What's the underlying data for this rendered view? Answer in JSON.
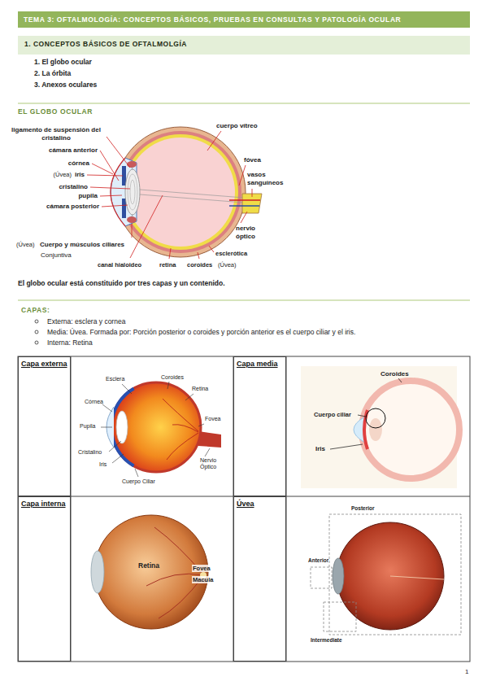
{
  "diagram": {
    "title": "TEMA 3: OFTALMOLOGÍA: CONCEPTOS BÁSICOS, PRUEBAS EN CONSULTAS Y PATOLOGÍA OCULAR",
    "nodes": [
      {
        "text": [
          "1. CONCEPTOS BÁSICOS DE OFTALMOLGÍA"
        ]
      },
      {
        "text": [
          "Capa externa"
        ]
      },
      {
        "text": [
          "Capa media"
        ]
      },
      {
        "text": [
          "Capa interna"
        ]
      },
      {
        "text": [
          "Úvea"
        ]
      }
    ],
    "labels": [
      "1. El globo ocular",
      "2. La órbita",
      "3. Anexos oculares",
      "EL GLOBO OCULAR",
      "ligamento de suspensión del cristalino",
      "cámara anterior",
      "córnea",
      "(Úvea)",
      "iris",
      "cristalino",
      "pupila",
      "cámara posterior",
      "(Úvea)",
      "Cuerpo y músculos ciliares",
      "Conjuntiva",
      "canal hialoideo",
      "retina",
      "coroides",
      "(Úvea)",
      "esclerótica",
      "nervio óptico",
      "vasos sanguíneos",
      "fóvea",
      "cuerpo vítreo",
      "El globo ocular está constituido por tres capas y un contenido.",
      "CAPAS:",
      "Externa: esclera y cornea",
      "Media: Úvea. Formada por: Porción posterior o coroides y porción anterior es el cuerpo ciliar y el iris.",
      "Interna: Retina",
      "Esclera",
      "Coroides",
      "Retina",
      "Córnea",
      "Fovea",
      "Pupila",
      "Cristalino",
      "Iris",
      "Cuerpo Ciliar",
      "Nervio Óptico",
      "Coroides",
      "Cuerpo ciliar",
      "Iris",
      "Retina",
      "Fovea",
      "Macula",
      "Posterior",
      "Anterior",
      "Intermediate",
      "1"
    ]
  }
}
